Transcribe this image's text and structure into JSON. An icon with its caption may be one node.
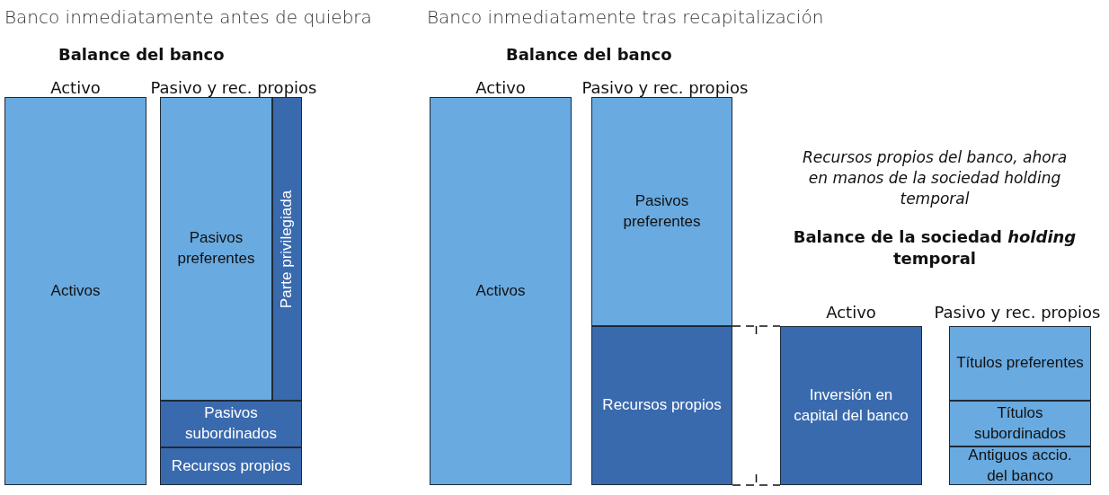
{
  "diagram": {
    "nodes": [
      {
        "text": [
          "Activos"
        ]
      },
      {
        "text": [
          "Pasivos preferentes"
        ]
      },
      {
        "text": [
          "Parte privilegiada"
        ]
      },
      {
        "text": [
          "Pasivos subordinados"
        ]
      },
      {
        "text": [
          "Recursos propios"
        ]
      },
      {
        "text": [
          "Activos"
        ]
      },
      {
        "text": [
          "Pasivos preferentes"
        ]
      },
      {
        "text": [
          "Recursos propios"
        ]
      },
      {
        "text": [
          "Inversión en capital del banco"
        ]
      },
      {
        "text": [
          "Títulos preferentes"
        ]
      },
      {
        "text": [
          "Títulos subordinados"
        ]
      },
      {
        "text": [
          "Antiguos accio. del banco"
        ]
      }
    ],
    "edges": [
      {
        "from": 7,
        "to": 8,
        "arrow": "none",
        "style": "dashed"
      }
    ],
    "labels": [
      "Banco inmediatamente antes de quiebra",
      "Banco inmediatamente tras recapitalización",
      "Balance del banco",
      "Balance del banco",
      "Activo",
      "Pasivo y rec. propios",
      "Activo",
      "Pasivo y rec. propios",
      "Recursos propios del banco, ahora en manos de la sociedad holding temporal",
      "Balance de la sociedad *holding* temporal",
      "Activo",
      "Pasivo y rec. propios"
    ]
  }
}
